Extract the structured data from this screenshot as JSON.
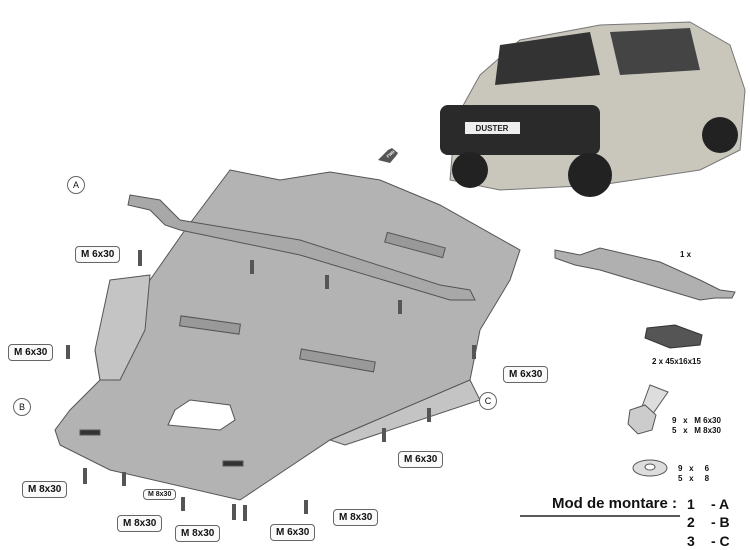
{
  "car": {
    "badge": "DUSTER"
  },
  "direction_arrow": "FWD",
  "callouts": {
    "a": "A",
    "b": "B",
    "c": "C"
  },
  "bolt_labels": [
    "M 6x30",
    "M 6x30",
    "M 6x30",
    "M 6x30",
    "M 8x30",
    "M 8x30",
    "M 8x30",
    "M 8x30",
    "M 6x30",
    "M 8x30"
  ],
  "parts": {
    "bracket_qty": "1 x",
    "spacer": "2 x 45x16x15",
    "bolts": [
      "9   x   M 6x30",
      "5   x   M 8x30"
    ],
    "washers": [
      "9   x     6",
      "5   x     8"
    ]
  },
  "mounting": {
    "title": "Mod de montare :",
    "rows": [
      {
        "num": "1",
        "letter": "- A"
      },
      {
        "num": "2",
        "letter": "- B"
      },
      {
        "num": "3",
        "letter": "- C"
      }
    ]
  }
}
